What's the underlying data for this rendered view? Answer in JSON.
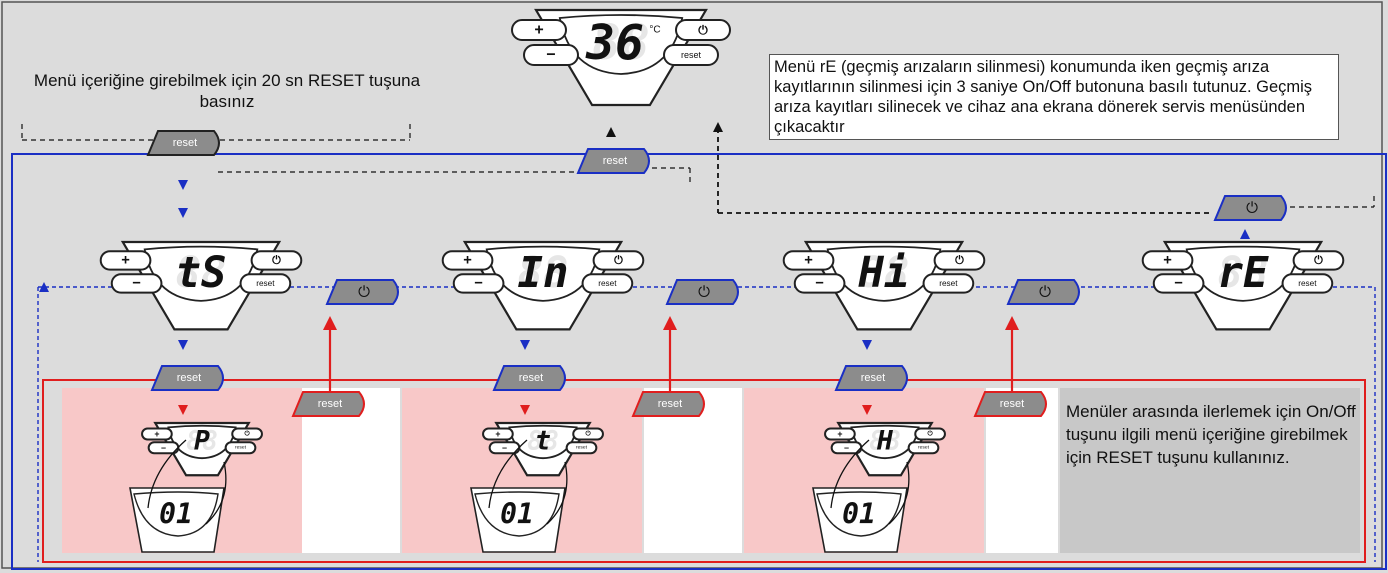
{
  "top_display": {
    "value": "36",
    "unit": "°C"
  },
  "notes": {
    "enter_menu": "Menü içeriğine girebilmek için 20 sn RESET tuşuna basınız",
    "clear_history": "Menü rE (geçmiş arızaların silinmesi) konumunda iken geçmiş arıza kayıtlarının silinmesi için 3 saniye On/Off butonuna basılı tutunuz. Geçmiş arıza kayıtları silinecek ve cihaz ana ekrana dönerek servis menüsünden çıkacaktır",
    "navigation": "Menüler arasında ilerlemek için On/Off tuşunu ilgili menü içeriğine girebilmek için RESET tuşunu kullanınız."
  },
  "buttons": {
    "plus": "+",
    "minus": "−",
    "reset": "reset",
    "power": "⏻"
  },
  "menus": [
    {
      "code": "tS",
      "sub_code": "P",
      "sub_value": "01"
    },
    {
      "code": "In",
      "sub_code": "t",
      "sub_value": "01"
    },
    {
      "code": "Hi",
      "sub_code": "H",
      "sub_value": "01"
    },
    {
      "code": "rE"
    }
  ],
  "colors": {
    "blue": "#1a2fc4",
    "red": "#e01e1e",
    "pink": "#f8c8c8",
    "button_grey": "#8c8c8c",
    "background": "#dcdcdc"
  }
}
